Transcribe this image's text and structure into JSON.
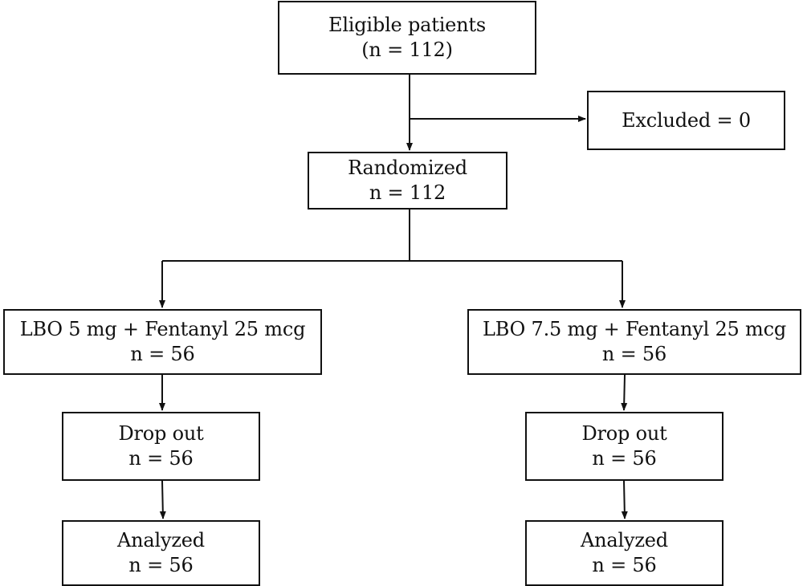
{
  "flowchart": {
    "eligible": {
      "title": "Eligible patients",
      "count": "(n = 112)"
    },
    "excluded": {
      "title": "Excluded = 0"
    },
    "randomized": {
      "title": "Randomized",
      "count": "n = 112"
    },
    "arm_left": {
      "group": {
        "title": "LBO 5 mg + Fentanyl 25 mcg",
        "count": "n = 56"
      },
      "dropout": {
        "title": "Drop out",
        "count": "n = 56"
      },
      "analyzed": {
        "title": "Analyzed",
        "count": "n = 56"
      }
    },
    "arm_right": {
      "group": {
        "title": "LBO 7.5 mg + Fentanyl 25 mcg",
        "count": "n = 56"
      },
      "dropout": {
        "title": "Drop out",
        "count": "n = 56"
      },
      "analyzed": {
        "title": "Analyzed",
        "count": "n = 56"
      }
    }
  }
}
